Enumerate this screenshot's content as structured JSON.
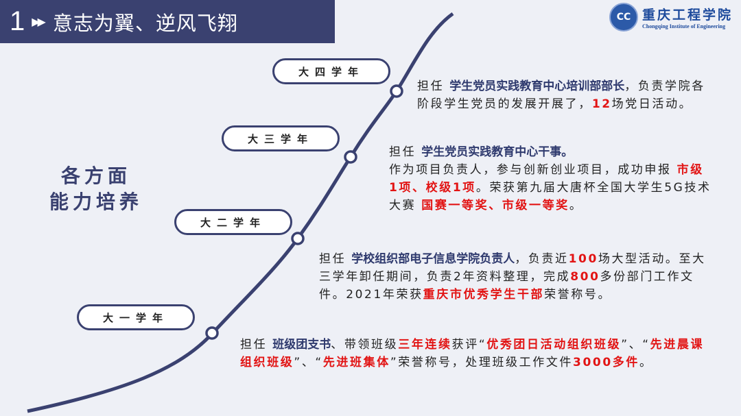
{
  "header": {
    "number": "1",
    "title": "意志为翼、逆风飞翔"
  },
  "logo": {
    "name_cn": "重庆工程学院",
    "name_en": "Chongqing Institute of Engineering"
  },
  "side_heading": [
    "各方面",
    "能力培养"
  ],
  "years": [
    "大四学年",
    "大三学年",
    "大二学年",
    "大一学年"
  ],
  "paragraphs": [
    [
      [
        "n",
        "担任 "
      ],
      [
        "b",
        "学生党员实践教育中心培训部部长"
      ],
      [
        "n",
        "，负责学院各阶段学生党员的发展开展了，"
      ],
      [
        "r",
        "12"
      ],
      [
        "n",
        "场党日活动。"
      ]
    ],
    [
      [
        "n",
        "担任 "
      ],
      [
        "b",
        "学生党员实践教育中心干事。"
      ],
      [
        "br",
        ""
      ],
      [
        "n",
        "作为项目负责人，参与创新创业项目，成功申报 "
      ],
      [
        "r",
        "市级1项、校级1项"
      ],
      [
        "n",
        "。荣获第九届大唐杯全国大学生5G技术大赛 "
      ],
      [
        "r",
        "国赛一等奖、市级一等奖"
      ],
      [
        "n",
        "。"
      ]
    ],
    [
      [
        "n",
        "担任 "
      ],
      [
        "b",
        "学校组织部电子信息学院负责人"
      ],
      [
        "n",
        "，负责近"
      ],
      [
        "r",
        "100"
      ],
      [
        "n",
        "场大型活动。至大三学年卸任期间，负责2年资料整理，完成"
      ],
      [
        "r",
        "800"
      ],
      [
        "n",
        "多份部门工作文件。2021年荣获"
      ],
      [
        "r",
        "重庆市优秀学生干部"
      ],
      [
        "n",
        "荣誉称号。"
      ]
    ],
    [
      [
        "n",
        "担任 "
      ],
      [
        "b",
        "班级团支书"
      ],
      [
        "n",
        "、带领班级"
      ],
      [
        "r",
        "三年连续"
      ],
      [
        "n",
        "获评“"
      ],
      [
        "r",
        "优秀团日活动组织班级"
      ],
      [
        "n",
        "”、“"
      ],
      [
        "r",
        "先进晨课组织班级"
      ],
      [
        "n",
        "”、“"
      ],
      [
        "r",
        "先进班集体"
      ],
      [
        "n",
        "”荣誉称号，处理班级工作文件"
      ],
      [
        "r",
        "3000多件"
      ],
      [
        "n",
        "。"
      ]
    ]
  ],
  "colors": {
    "navy": "#3a4170",
    "red": "#e21414"
  }
}
